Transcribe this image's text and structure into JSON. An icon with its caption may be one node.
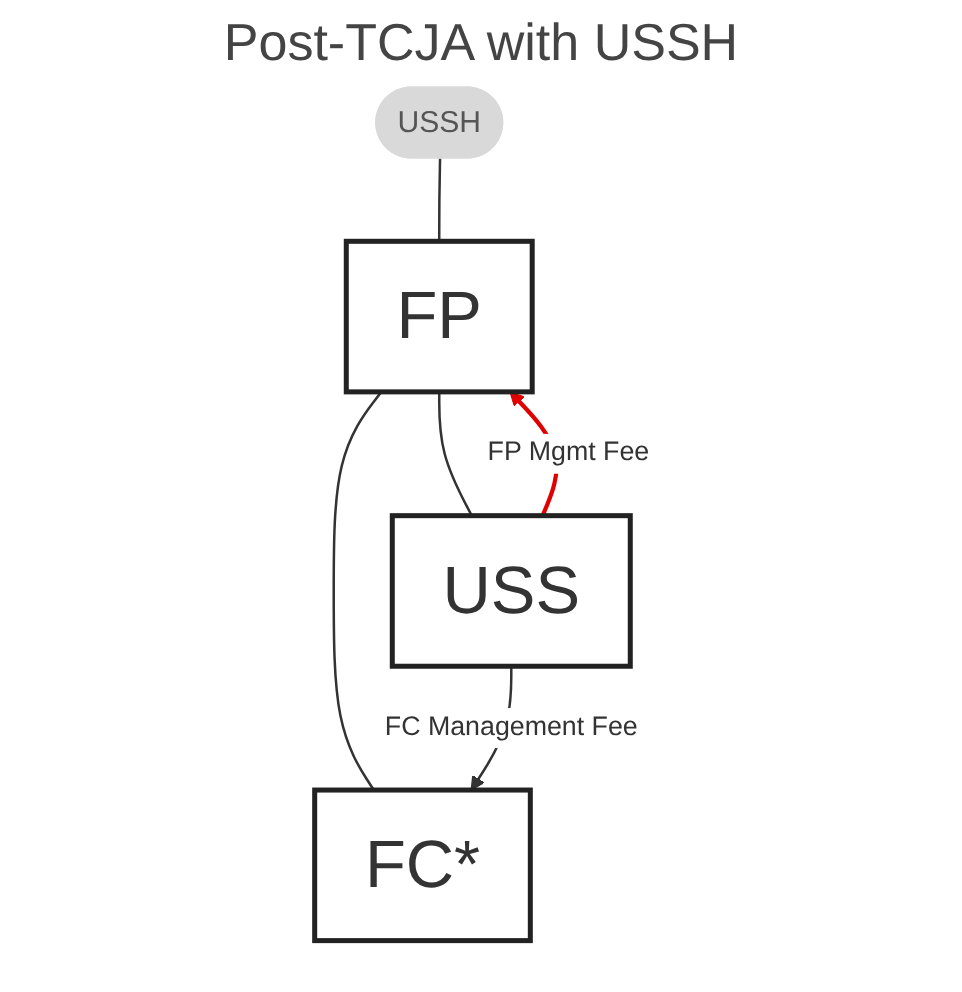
{
  "diagram": {
    "title": "Post-TCJA with USSH",
    "nodes": [
      {
        "text": [
          "USSH"
        ]
      },
      {
        "text": [
          "FP"
        ]
      },
      {
        "text": [
          "FC*"
        ]
      },
      {
        "text": [
          "USS"
        ]
      }
    ],
    "edges": [
      {
        "from": 0,
        "to": 1,
        "arrow": "none"
      },
      {
        "from": 1,
        "to": 2,
        "arrow": "none"
      },
      {
        "from": 1,
        "to": 3,
        "arrow": "none"
      },
      {
        "from": 3,
        "to": 1,
        "arrow": "to",
        "label": "FP Mgmt Fee",
        "color": "#e00000"
      },
      {
        "from": 3,
        "to": 2,
        "arrow": "to",
        "label": "FC Management Fee"
      }
    ]
  }
}
